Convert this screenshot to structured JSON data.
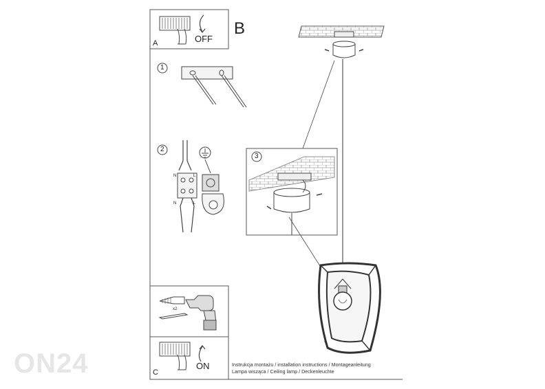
{
  "panels": {
    "a_letter": "A",
    "c_letter": "C",
    "off_label": "OFF",
    "on_label": "ON",
    "b_letter": "B"
  },
  "steps": {
    "step1": "1",
    "step2": "2",
    "step3": "3"
  },
  "terminal": {
    "n_top": "N",
    "l_top": "L",
    "n_bottom": "N",
    "l_bottom": "L"
  },
  "drill": {
    "count": "x2"
  },
  "caption": {
    "line1": "Instrukcja montażu / installation instructions / Montageanleitung",
    "line2": "Lampa wisząca / Ceiling lamp  / Deckenleuchte"
  },
  "watermark": "ON24"
}
